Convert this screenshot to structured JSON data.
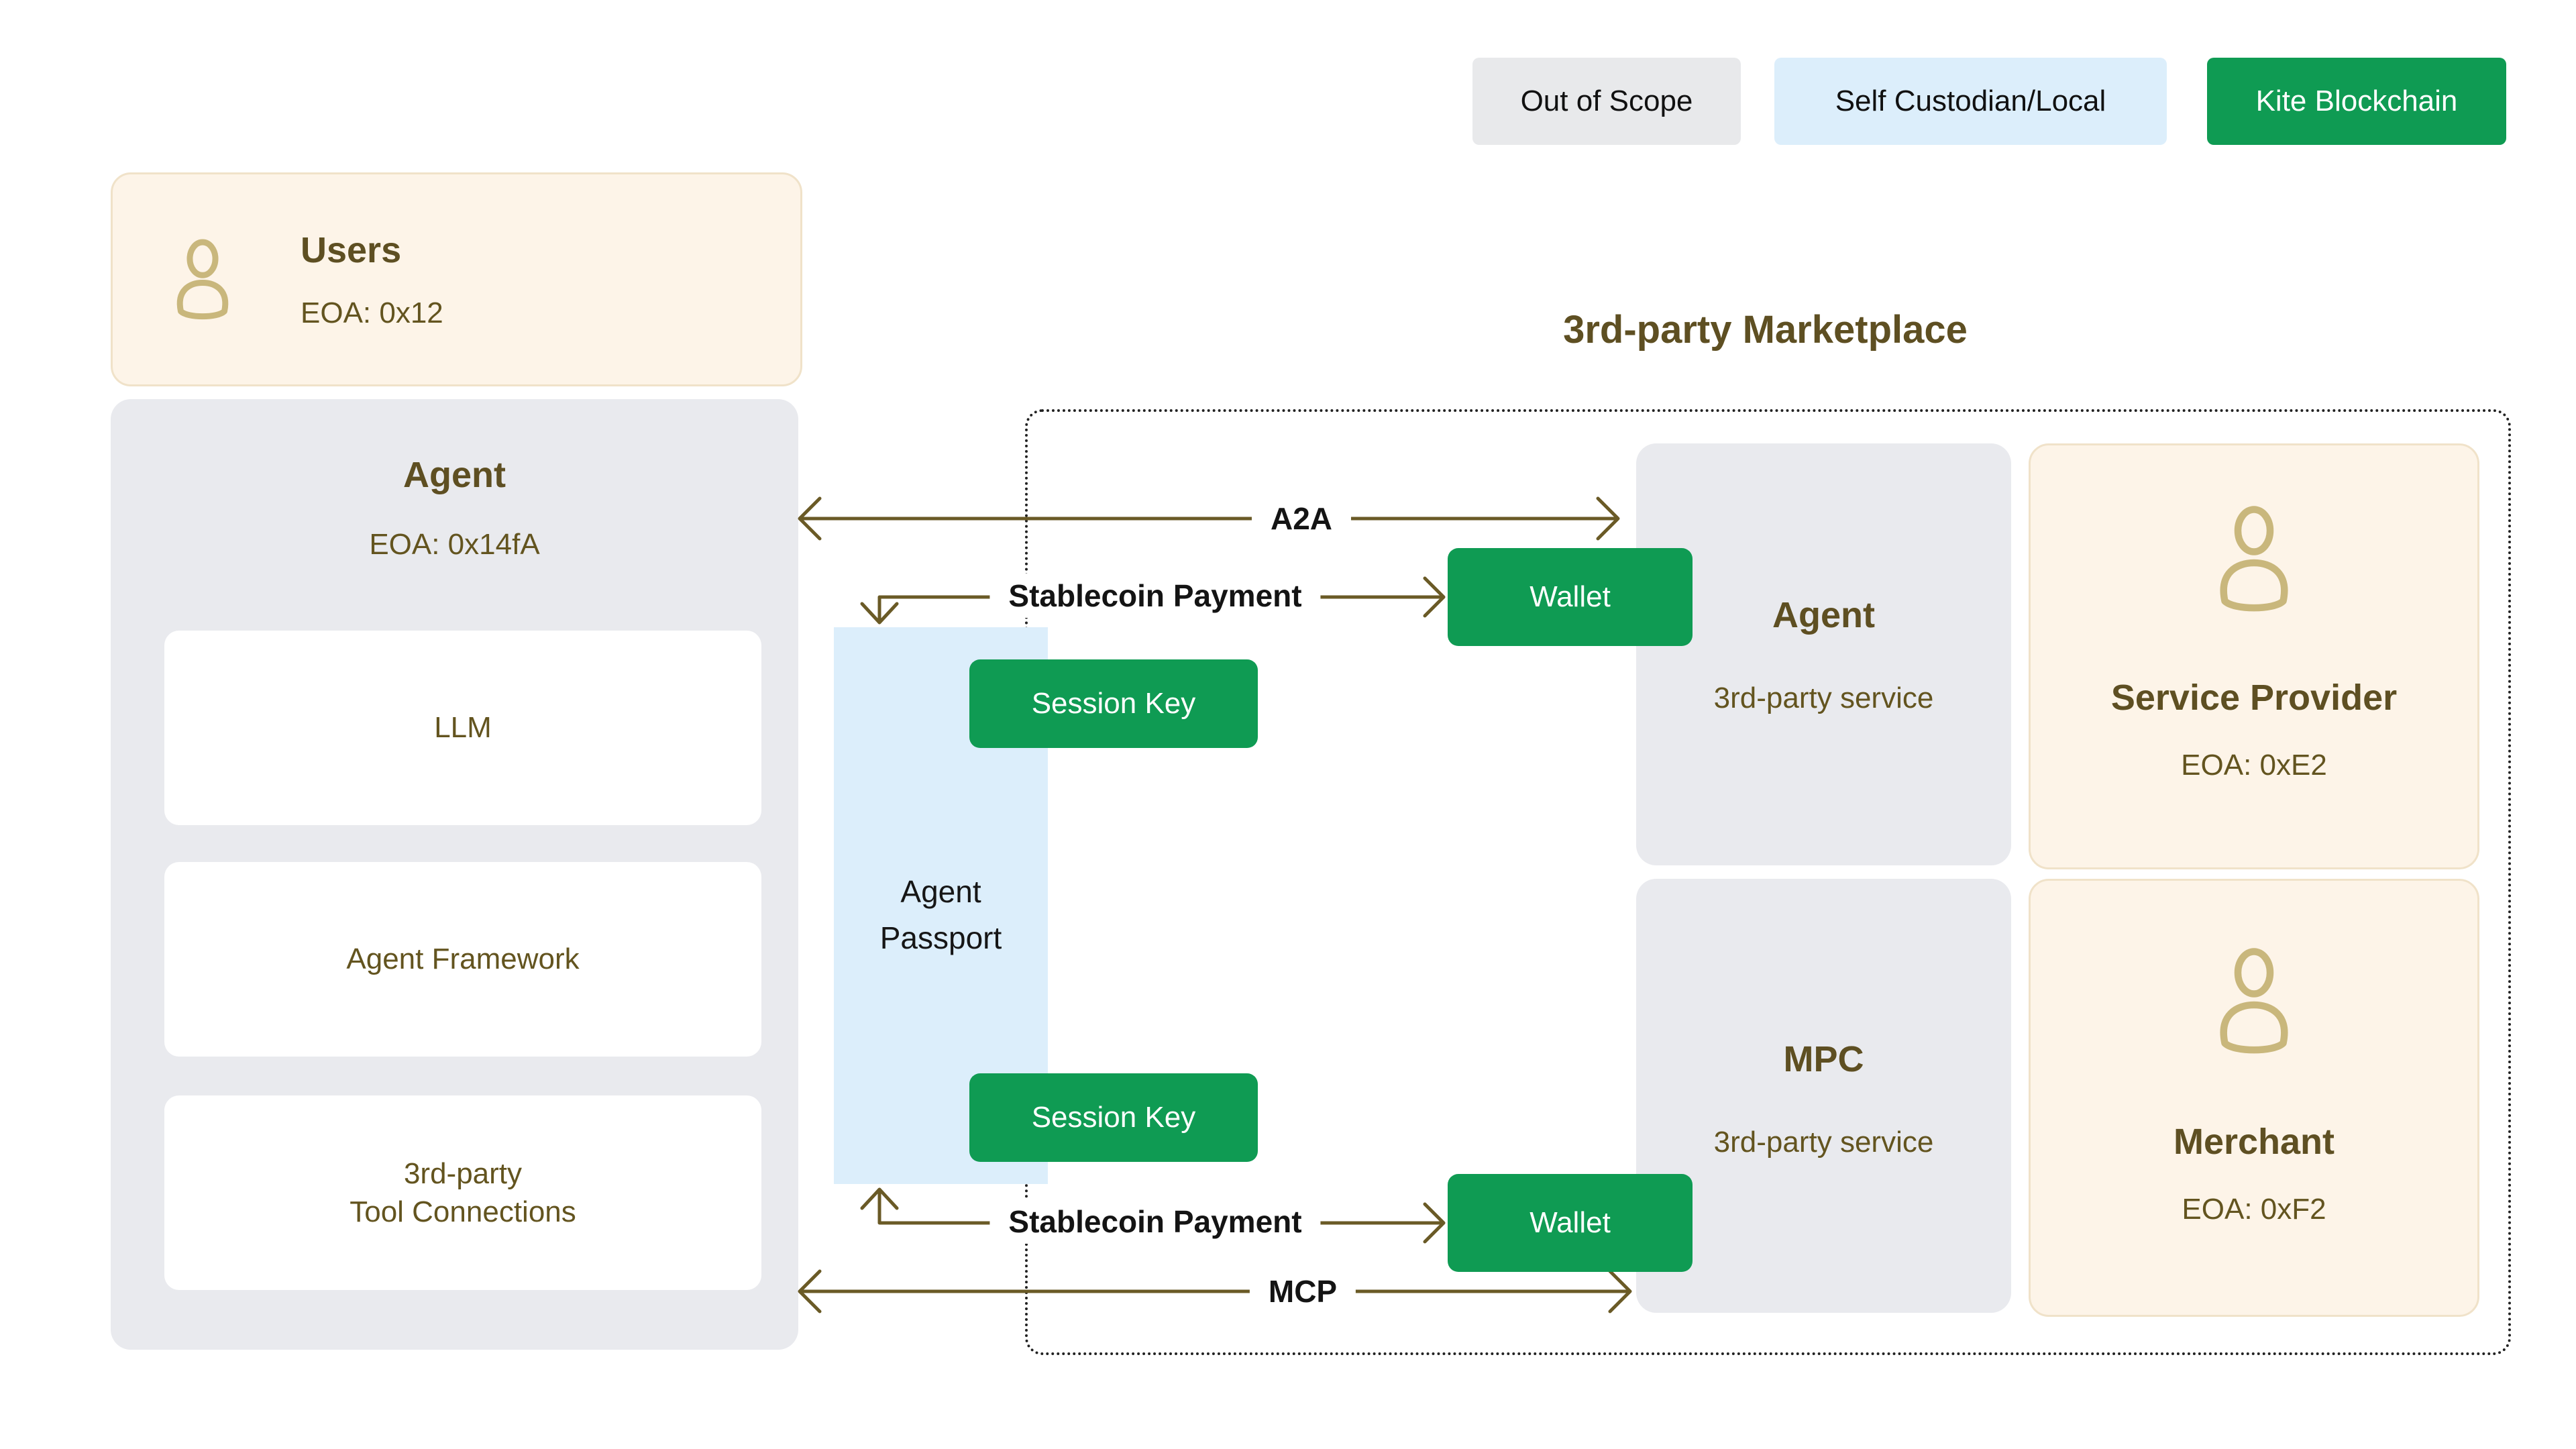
{
  "legend": {
    "out_of_scope": "Out of Scope",
    "self_custodian": "Self Custodian/Local",
    "kite_blockchain": "Kite Blockchain"
  },
  "users_card": {
    "title": "Users",
    "eoa": "EOA: 0x12"
  },
  "agent_card": {
    "title": "Agent",
    "eoa": "EOA: 0x14fA",
    "llm": "LLM",
    "framework": "Agent Framework",
    "tools": "3rd-party\nTool Connections"
  },
  "passport": {
    "label": "Agent\nPassport",
    "session_key_top": "Session Key",
    "session_key_bottom": "Session Key"
  },
  "flows": {
    "a2a": "A2A",
    "mcp": "MCP",
    "stablecoin_top": "Stablecoin Payment",
    "stablecoin_bottom": "Stablecoin Payment",
    "wallet_top": "Wallet",
    "wallet_bottom": "Wallet"
  },
  "marketplace": {
    "title": "3rd-party Marketplace",
    "agent": {
      "title": "Agent",
      "subtitle": "3rd-party service"
    },
    "service_provider": {
      "title": "Service Provider",
      "eoa": "EOA: 0xE2"
    },
    "mpc": {
      "title": "MPC",
      "subtitle": "3rd-party service"
    },
    "merchant": {
      "title": "Merchant",
      "eoa": "EOA: 0xF2"
    }
  },
  "colors": {
    "green": "#0f9b53",
    "light_blue": "#dceefb",
    "gray": "#e9eaee",
    "cream": "#fdf4e8",
    "cream_border": "#f0e2c9",
    "olive_text": "#5e4f22",
    "arrow": "#6a5a26",
    "icon_tan": "#c9b77c"
  }
}
